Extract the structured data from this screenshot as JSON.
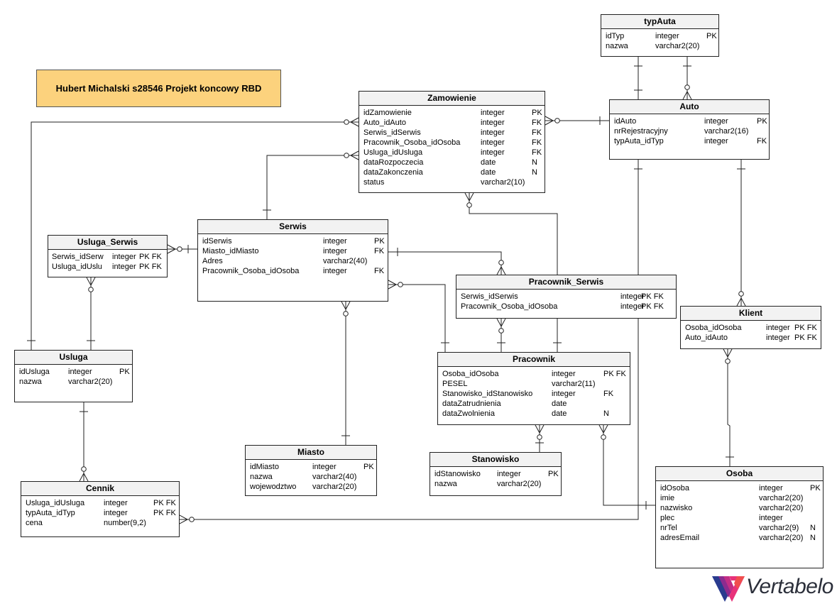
{
  "note": {
    "text": "Hubert Michalski s28546 Projekt koncowy RBD"
  },
  "brand": {
    "text": "Vertabelo",
    "icon": "vertabelo-logo-icon",
    "colors": [
      "#2a3b8f",
      "#8c2b8f",
      "#e8327a",
      "#f04e4e"
    ]
  },
  "tables": [
    {
      "id": "typAuta",
      "name": "typAuta",
      "columns": [
        {
          "name": "idTyp",
          "type": "integer",
          "flags": "PK"
        },
        {
          "name": "nazwa",
          "type": "varchar2(20)",
          "flags": ""
        }
      ]
    },
    {
      "id": "Zamowienie",
      "name": "Zamowienie",
      "columns": [
        {
          "name": "idZamowienie",
          "type": "integer",
          "flags": "PK"
        },
        {
          "name": "Auto_idAuto",
          "type": "integer",
          "flags": "FK"
        },
        {
          "name": "Serwis_idSerwis",
          "type": "integer",
          "flags": "FK"
        },
        {
          "name": "Pracownik_Osoba_idOsoba",
          "type": "integer",
          "flags": "FK"
        },
        {
          "name": "Usluga_idUsluga",
          "type": "integer",
          "flags": "FK"
        },
        {
          "name": "dataRozpoczecia",
          "type": "date",
          "flags": "N"
        },
        {
          "name": "dataZakonczenia",
          "type": "date",
          "flags": "N"
        },
        {
          "name": "status",
          "type": "varchar2(10)",
          "flags": ""
        }
      ]
    },
    {
      "id": "Auto",
      "name": "Auto",
      "columns": [
        {
          "name": "idAuto",
          "type": "integer",
          "flags": "PK"
        },
        {
          "name": "nrRejestracyjny",
          "type": "varchar2(16)",
          "flags": ""
        },
        {
          "name": "typAuta_idTyp",
          "type": "integer",
          "flags": "FK"
        }
      ]
    },
    {
      "id": "Usluga_Serwis",
      "name": "Usluga_Serwis",
      "columns": [
        {
          "name": "Serwis_idSerw",
          "type": "integer",
          "flags": "PK FK"
        },
        {
          "name": "Usluga_idUslu",
          "type": "integer",
          "flags": "PK FK"
        }
      ]
    },
    {
      "id": "Serwis",
      "name": "Serwis",
      "columns": [
        {
          "name": "idSerwis",
          "type": "integer",
          "flags": "PK"
        },
        {
          "name": "Miasto_idMiasto",
          "type": "integer",
          "flags": "FK"
        },
        {
          "name": "Adres",
          "type": "varchar2(40)",
          "flags": ""
        },
        {
          "name": "Pracownik_Osoba_idOsoba",
          "type": "integer",
          "flags": "FK"
        }
      ]
    },
    {
      "id": "Pracownik_Serwis",
      "name": "Pracownik_Serwis",
      "columns": [
        {
          "name": "Serwis_idSerwis",
          "type": "integer",
          "flags": "PK FK"
        },
        {
          "name": "Pracownik_Osoba_idOsoba",
          "type": "integer",
          "flags": "PK FK"
        }
      ]
    },
    {
      "id": "Klient",
      "name": "Klient",
      "columns": [
        {
          "name": "Osoba_idOsoba",
          "type": "integer",
          "flags": "PK FK"
        },
        {
          "name": "Auto_idAuto",
          "type": "integer",
          "flags": "PK FK"
        }
      ]
    },
    {
      "id": "Usluga",
      "name": "Usluga",
      "columns": [
        {
          "name": "idUsluga",
          "type": "integer",
          "flags": "PK"
        },
        {
          "name": "nazwa",
          "type": "varchar2(20)",
          "flags": ""
        }
      ]
    },
    {
      "id": "Pracownik",
      "name": "Pracownik",
      "columns": [
        {
          "name": "Osoba_idOsoba",
          "type": "integer",
          "flags": "PK FK"
        },
        {
          "name": "PESEL",
          "type": "varchar2(11)",
          "flags": ""
        },
        {
          "name": "Stanowisko_idStanowisko",
          "type": "integer",
          "flags": "FK"
        },
        {
          "name": "dataZatrudnienia",
          "type": "date",
          "flags": ""
        },
        {
          "name": "dataZwolnienia",
          "type": "date",
          "flags": "N"
        }
      ]
    },
    {
      "id": "Miasto",
      "name": "Miasto",
      "columns": [
        {
          "name": "idMiasto",
          "type": "integer",
          "flags": "PK"
        },
        {
          "name": "nazwa",
          "type": "varchar2(40)",
          "flags": ""
        },
        {
          "name": "wojewodztwo",
          "type": "varchar2(20)",
          "flags": ""
        }
      ]
    },
    {
      "id": "Stanowisko",
      "name": "Stanowisko",
      "columns": [
        {
          "name": "idStanowisko",
          "type": "integer",
          "flags": "PK"
        },
        {
          "name": "nazwa",
          "type": "varchar2(20)",
          "flags": ""
        }
      ]
    },
    {
      "id": "Cennik",
      "name": "Cennik",
      "columns": [
        {
          "name": "Usluga_idUsluga",
          "type": "integer",
          "flags": "PK FK"
        },
        {
          "name": "typAuta_idTyp",
          "type": "integer",
          "flags": "PK FK"
        },
        {
          "name": "cena",
          "type": "number(9,2)",
          "flags": ""
        }
      ]
    },
    {
      "id": "Osoba",
      "name": "Osoba",
      "columns": [
        {
          "name": "idOsoba",
          "type": "integer",
          "flags": "PK"
        },
        {
          "name": "imie",
          "type": "varchar2(20)",
          "flags": ""
        },
        {
          "name": "nazwisko",
          "type": "varchar2(20)",
          "flags": ""
        },
        {
          "name": "plec",
          "type": "integer",
          "flags": ""
        },
        {
          "name": "nrTel",
          "type": "varchar2(9)",
          "flags": "N"
        },
        {
          "name": "adresEmail",
          "type": "varchar2(20)",
          "flags": "N"
        }
      ]
    }
  ]
}
